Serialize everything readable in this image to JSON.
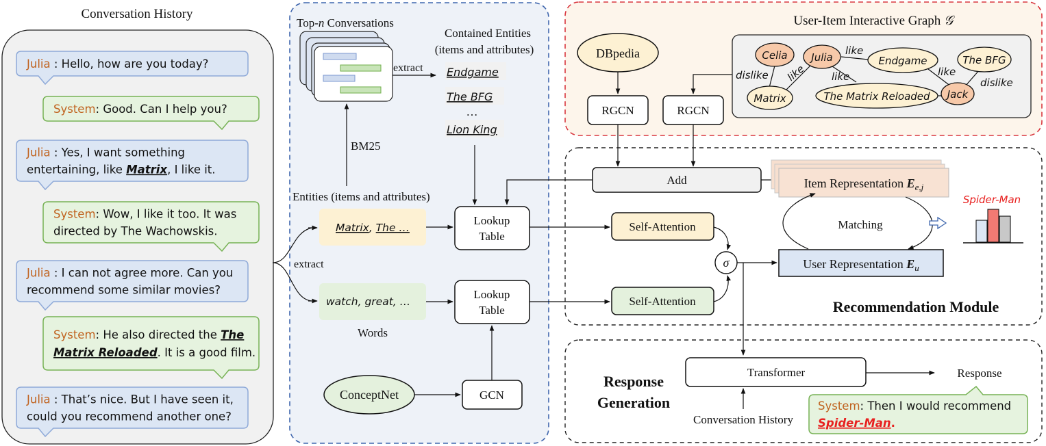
{
  "conversation": {
    "title": "Conversation History",
    "turns": [
      {
        "speaker": "Julia",
        "lines": [
          [
            {
              "t": " : Hello, how are you today?"
            }
          ]
        ]
      },
      {
        "speaker": "System",
        "lines": [
          [
            {
              "t": ": Good. Can I help you?"
            }
          ]
        ]
      },
      {
        "speaker": "Julia",
        "lines": [
          [
            {
              "t": " : Yes, I want something"
            }
          ],
          [
            {
              "t": "entertaining, like "
            },
            {
              "t": "Matrix",
              "e": true
            },
            {
              "t": ", I like it."
            }
          ]
        ]
      },
      {
        "speaker": "System",
        "lines": [
          [
            {
              "t": ": Wow, I like it too. It was"
            }
          ],
          [
            {
              "t": "directed by The Wachowskis."
            }
          ]
        ]
      },
      {
        "speaker": "Julia",
        "lines": [
          [
            {
              "t": " : I can not agree more. Can you"
            }
          ],
          [
            {
              "t": "recommend some similar movies?"
            }
          ]
        ]
      },
      {
        "speaker": "System",
        "lines": [
          [
            {
              "t": ": He also directed the "
            },
            {
              "t": "The",
              "e": true
            }
          ],
          [
            {
              "t": "Matrix Reloaded",
              "e": true
            },
            {
              "t": ". It is a good film."
            }
          ]
        ]
      },
      {
        "speaker": "Julia",
        "lines": [
          [
            {
              "t": " : That’s nice. But I have seen it,"
            }
          ],
          [
            {
              "t": "could you recommend another one?"
            }
          ]
        ]
      }
    ]
  },
  "middle": {
    "topn_label_prefix": "Top-",
    "topn_label_n": "n",
    "topn_label_suffix": " Conversations",
    "contained_line1": "Contained Entities",
    "contained_line2": "(items and attributes)",
    "extract_top": "extract",
    "entities": [
      "Endgame",
      "The BFG",
      "…",
      "Lion King"
    ],
    "bm25": "BM25",
    "entities_label": "Entities (items and attributes)",
    "extract_left": "extract",
    "entity_box": "Matrix, The …",
    "entity_box_a": "Matrix",
    "entity_box_b": ", ",
    "entity_box_c": "The …",
    "word_box": "watch, great, …",
    "words_label": "Words",
    "lookup_line1": "Lookup",
    "lookup_line2": "Table",
    "conceptnet": "ConceptNet",
    "gcn": "GCN"
  },
  "graph": {
    "title": "User-Item Interactive Graph ",
    "title_symbol": "𝒢",
    "dbpedia": "DBpedia",
    "rgcn": "RGCN",
    "nodes": {
      "celia": "Celia",
      "julia": "Julia",
      "endgame": "Endgame",
      "bfg": "The BFG",
      "matrix": "Matrix",
      "reloaded": "The Matrix Reloaded",
      "jack": "Jack"
    },
    "edges": {
      "like": "like",
      "dislike": "dislike"
    }
  },
  "recommendation": {
    "add": "Add",
    "item_rep": "Item Representation ",
    "item_sym": "E",
    "item_sub": "e,j",
    "user_rep": "User Representation ",
    "user_sym": "E",
    "user_sub": "u",
    "matching": "Matching",
    "self_attention": "Self-Attention",
    "sigma": "σ",
    "spider_man": "Spider-Man",
    "module_title": "Recommendation Module"
  },
  "response": {
    "title_line1": "Response",
    "title_line2": "Generation",
    "transformer": "Transformer",
    "response": "Response",
    "conv_history": "Conversation History",
    "bubble_speaker": "System",
    "bubble_text": ": Then I would recommend",
    "bubble_entity": "Spider-Man",
    "bubble_end": "."
  },
  "colors": {
    "julia_fill": "#dce6f4",
    "julia_stroke": "#8ea9d8",
    "system_fill": "#e6f3df",
    "system_stroke": "#77b255",
    "speaker": "#c0621e",
    "spider": "#e8201f",
    "blue_dash": "#3f66ad",
    "red_dash": "#d9363e",
    "graph_bg": "#fdf5eb"
  }
}
